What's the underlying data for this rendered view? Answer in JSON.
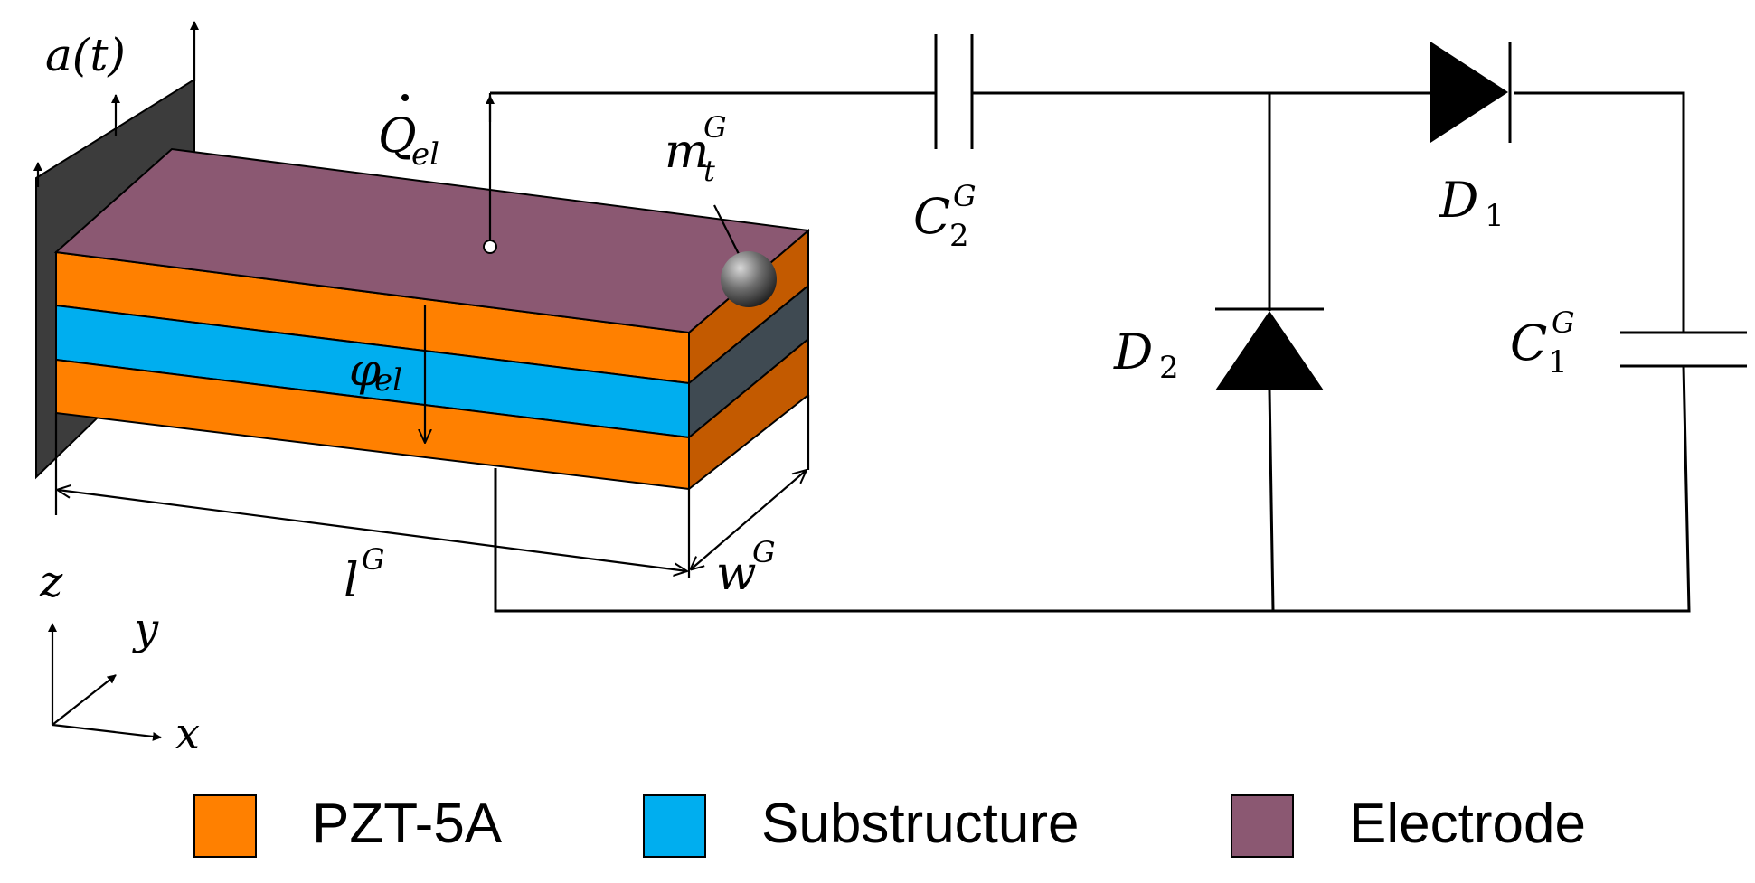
{
  "colors": {
    "pzt": "#ff8000",
    "pzt_side": "#c35a00",
    "substructure": "#00aeef",
    "substructure_side": "#3f4a52",
    "electrode": "#8b5872",
    "clamp": "#3c3c3c"
  },
  "labels": {
    "acceleration": "a(t)",
    "charge_main": "Q",
    "charge_sub": "el",
    "potential_main": "φ",
    "potential_sub": "el",
    "tip_mass_main": "m",
    "tip_mass_sub": "t",
    "tip_mass_sup": "G",
    "length_main": "l",
    "length_sup": "G",
    "width_main": "w",
    "width_sup": "G",
    "axis_z": "z",
    "axis_y": "y",
    "axis_x": "x",
    "c2_main": "C",
    "c2_sub": "2",
    "c2_sup": "G",
    "c1_main": "C",
    "c1_sub": "1",
    "c1_sup": "G",
    "d1_main": "D",
    "d1_sub": "1",
    "d2_main": "D",
    "d2_sub": "2"
  },
  "legend": [
    {
      "label": "PZT-5A",
      "color": "#ff8000"
    },
    {
      "label": "Substructure",
      "color": "#00aeef"
    },
    {
      "label": "Electrode",
      "color": "#8b5872"
    }
  ]
}
